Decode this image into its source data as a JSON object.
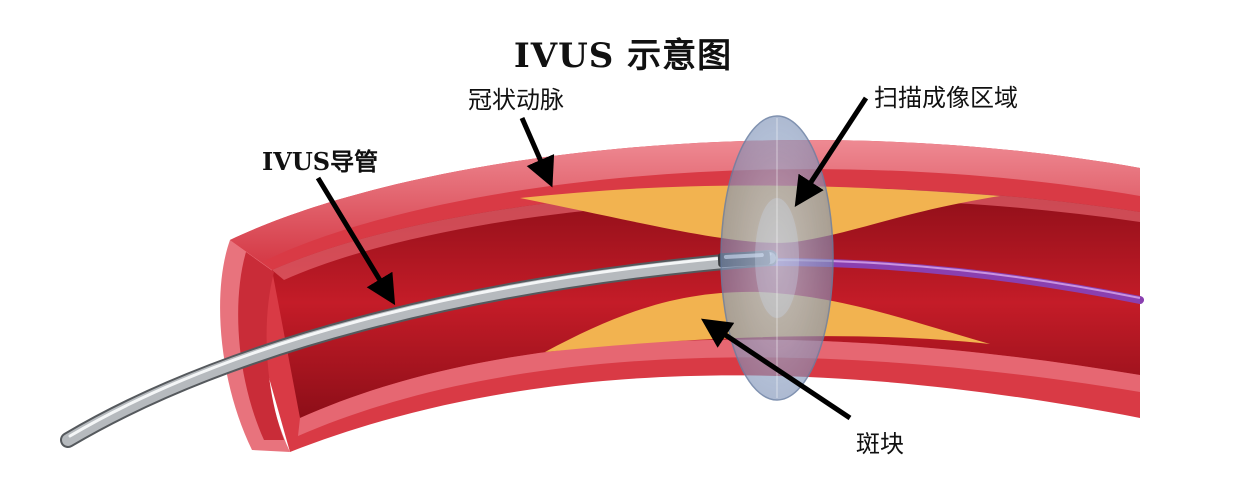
{
  "title": "IVUS 示意图",
  "labels": {
    "artery": "冠状动脉",
    "catheter": "IVUS导管",
    "scan_region": "扫描成像区域",
    "plaque": "斑块"
  },
  "colors": {
    "vessel_wall": "#d93a45",
    "vessel_outer": "#e8737d",
    "lumen": "#a3101a",
    "plaque": "#f2b350",
    "scan_disc": "#8fa3c8",
    "catheter_sheath": "#c6c9cc",
    "guidewire": "#8a3fb0",
    "arrow": "#000000"
  },
  "icons": [
    "coronary-artery-illustration",
    "ivus-catheter",
    "scan-disc",
    "plaque-deposit",
    "arrow"
  ]
}
